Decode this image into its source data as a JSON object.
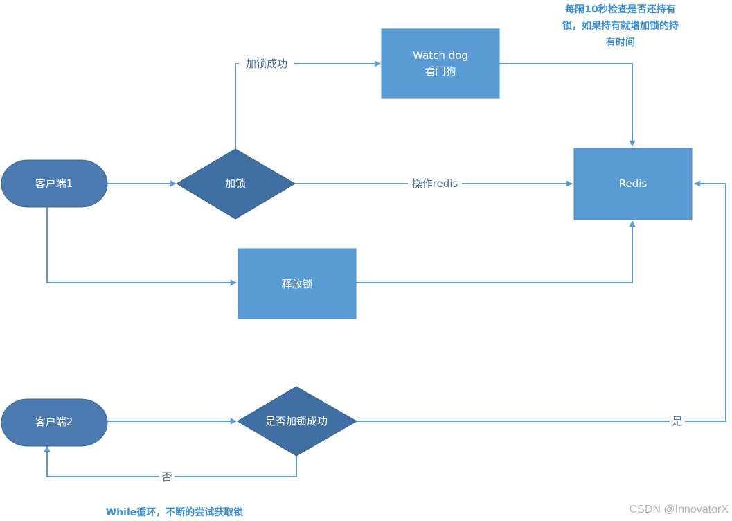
{
  "nodes": {
    "client1": "客户端1",
    "lock": "加锁",
    "watchdog_line1": "Watch dog",
    "watchdog_line2": "看门狗",
    "redis": "Redis",
    "release": "释放锁",
    "client2": "客户端2",
    "lock_success_check": "是否加锁成功"
  },
  "edges": {
    "lock_success": "加锁成功",
    "operate_redis": "操作redis",
    "yes": "是",
    "no": "否"
  },
  "notes": {
    "watchdog_line1": "每隔10秒检查是否还持有",
    "watchdog_line2": "锁，如果持有就增加锁的持",
    "watchdog_line3": "有时间",
    "retry": "While循环，不断的尝试获取锁"
  },
  "watermark": "CSDN @InnovatorX",
  "colors": {
    "box": "#5b9bd5",
    "terminal": "#4a7ab0",
    "diamond": "#3f6fa3",
    "edge": "#5b9bd5",
    "note": "#3b8fd6"
  }
}
